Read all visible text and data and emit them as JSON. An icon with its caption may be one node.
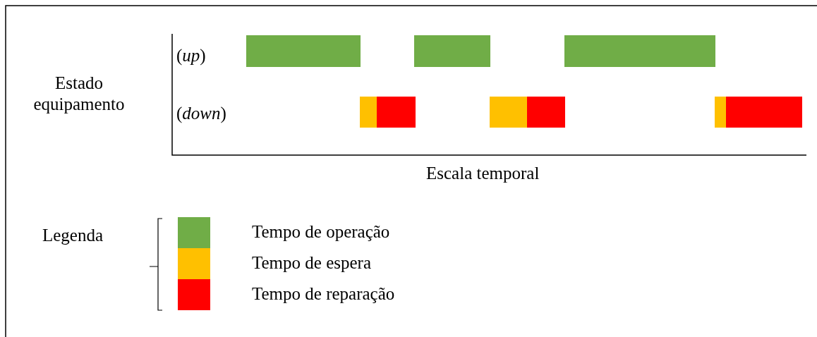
{
  "diagram": {
    "labels": [
      "(*up*)",
      "Estado equipamento",
      "(*down*)",
      "Escala temporal",
      "Legenda"
    ],
    "legend": [
      {
        "text": "Tempo de operação",
        "color": "#70ad47"
      },
      {
        "text": "Tempo de espera",
        "color": "#ffc000"
      },
      {
        "text": "Tempo de reparação",
        "color": "#ff0000"
      }
    ]
  }
}
